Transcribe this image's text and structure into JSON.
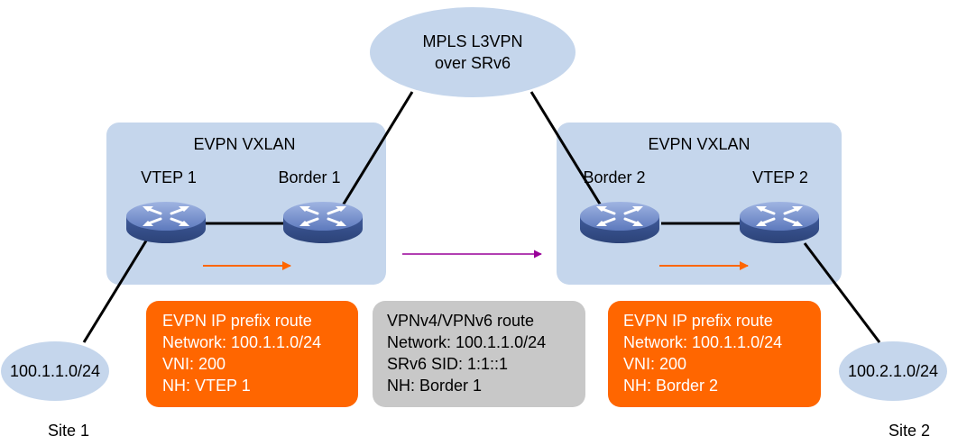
{
  "cloud": {
    "line1": "MPLS L3VPN",
    "line2": "over SRv6"
  },
  "left_domain": {
    "title": "EVPN VXLAN",
    "vtep_label": "VTEP 1",
    "border_label": "Border 1"
  },
  "right_domain": {
    "title": "EVPN VXLAN",
    "border_label": "Border 2",
    "vtep_label": "VTEP 2"
  },
  "sites": {
    "site1": {
      "network": "100.1.1.0/24",
      "label": "Site 1"
    },
    "site2": {
      "network": "100.2.1.0/24",
      "label": "Site 2"
    }
  },
  "route_boxes": {
    "left": {
      "l1": "EVPN IP prefix route",
      "l2": "Network: 100.1.1.0/24",
      "l3": "VNI: 200",
      "l4": "NH: VTEP 1"
    },
    "middle": {
      "l1": "VPNv4/VPNv6 route",
      "l2": "Network: 100.1.1.0/24",
      "l3": "SRv6 SID: 1:1::1",
      "l4": "NH: Border 1"
    },
    "right": {
      "l1": "EVPN IP prefix route",
      "l2": "Network: 100.1.1.0/24",
      "l3": "VNI: 200",
      "l4": "NH: Border 2"
    }
  },
  "colors": {
    "domain_fill": "#c5d6ec",
    "cloud_fill": "#c5d6ec",
    "orange_box": "#ff6600",
    "gray_box": "#c8c8c8",
    "orange_arrow": "#ff6600",
    "purple_arrow": "#990099",
    "router_blue": "#5b77b8"
  },
  "icons": {
    "router": "router-icon"
  }
}
